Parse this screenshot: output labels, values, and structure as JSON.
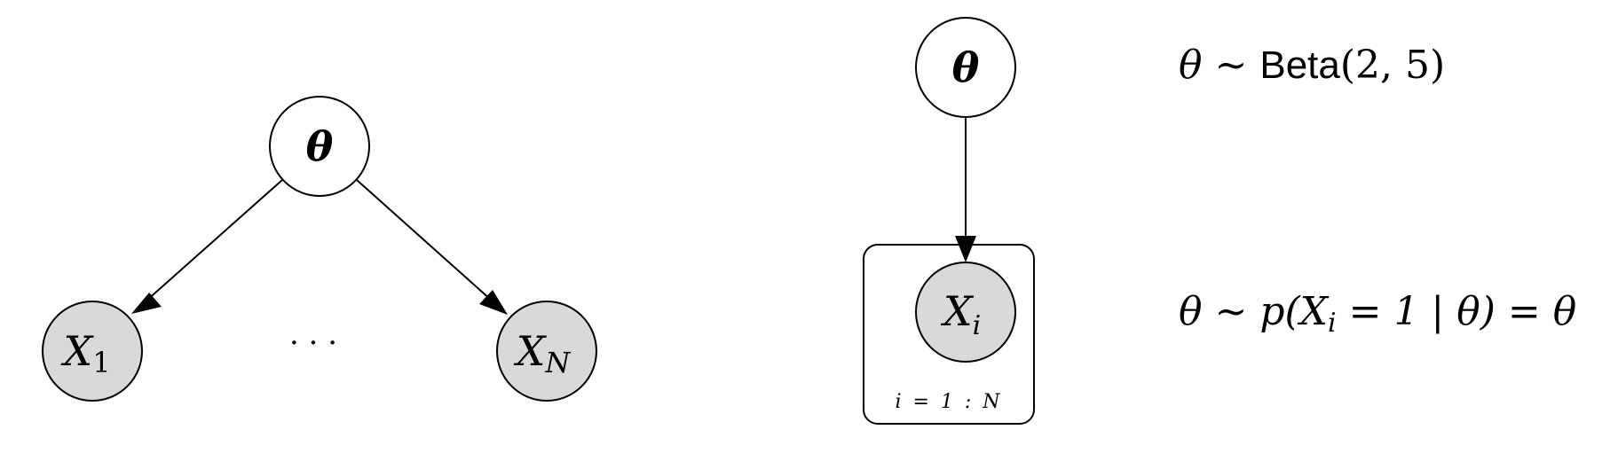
{
  "left_diagram": {
    "parent_label": "θ",
    "child1": {
      "base": "X",
      "sub": "1"
    },
    "childN": {
      "base": "X",
      "sub": "N"
    },
    "ellipsis": "· · ·"
  },
  "right_diagram": {
    "parent_label": "θ",
    "child": {
      "base": "X",
      "sub": "i"
    },
    "plate_label": "i = 1 : N"
  },
  "equations": {
    "eq1": {
      "lhs": "θ ∼ ",
      "func": "Beta",
      "args": "(2, 5)"
    },
    "eq2": {
      "lhs": "θ ∼ p(",
      "x": "X",
      "sub": "i",
      "rest": " = 1 | θ) = θ"
    }
  },
  "colors": {
    "observed_fill": "#d9d9d9",
    "latent_fill": "#ffffff",
    "stroke": "#000000"
  }
}
